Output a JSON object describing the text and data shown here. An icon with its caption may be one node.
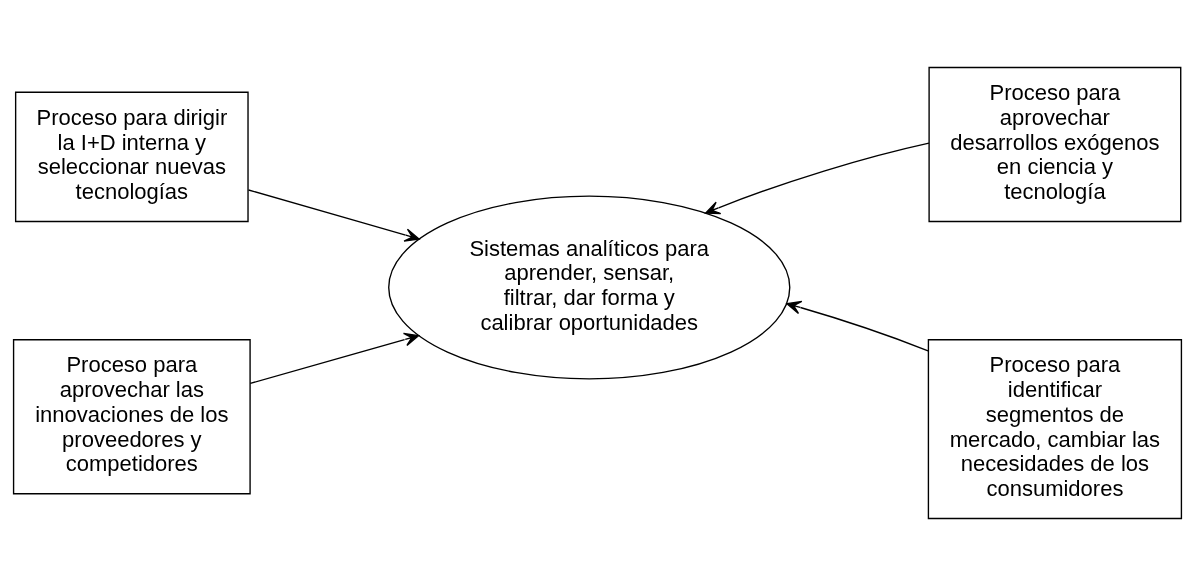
{
  "diagram": {
    "nodes": [
      {
        "text": [
          "Proceso para dirigir la I+D interna y seleccionar nuevas tecnologías"
        ]
      },
      {
        "text": [
          "Proceso para aprovechar desarrollos exógenos en ciencia y tecnología"
        ]
      },
      {
        "text": [
          "Sistemas analíticos para aprender, sensar, filtrar, dar forma y calibrar oportunidades"
        ]
      },
      {
        "text": [
          "Proceso para aprovechar las innovaciones de los proveedores y competidores"
        ]
      },
      {
        "text": [
          "Proceso para identificar segmentos de mercado, cambiar las necesidades de los consumidores"
        ]
      }
    ],
    "edges": [
      {
        "from": 0,
        "to": 2,
        "arrow": "to"
      },
      {
        "from": 1,
        "to": 2,
        "arrow": "to"
      },
      {
        "from": 3,
        "to": 2,
        "arrow": "to"
      },
      {
        "from": 4,
        "to": 2,
        "arrow": "to"
      }
    ]
  }
}
